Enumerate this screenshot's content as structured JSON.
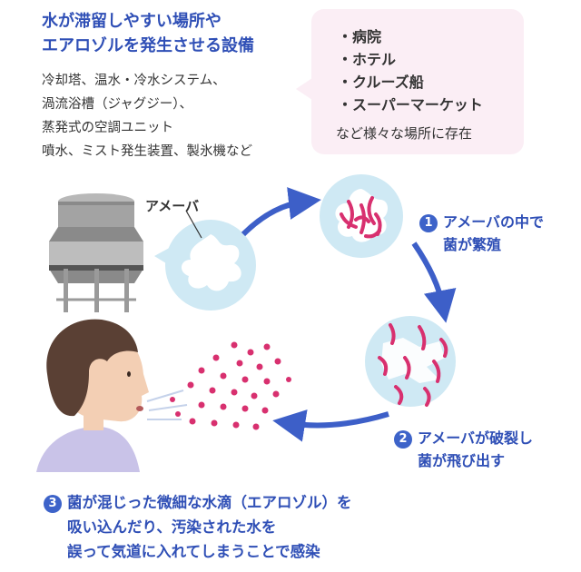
{
  "header": {
    "title_line1": "水が滞留しやすい場所や",
    "title_line2": "エアロゾルを発生させる設備"
  },
  "equipment": {
    "lines": [
      "冷却塔、温水・冷水システム、",
      "渦流浴槽（ジャグジー）、",
      "蒸発式の空調ユニット",
      "噴水、ミスト発生装置、製氷機など"
    ]
  },
  "places": {
    "items": [
      "・病院",
      "・ホテル",
      "・クルーズ船",
      "・スーパーマーケット"
    ],
    "footer": "など様々な場所に存在"
  },
  "amoeba_label": "アメーバ",
  "steps": [
    {
      "number": "1",
      "line1": "アメーバの中で",
      "line2": "菌が繁殖"
    },
    {
      "number": "2",
      "line1": "アメーバが破裂し",
      "line2": "菌が飛び出す"
    },
    {
      "number": "3",
      "line1": "菌が混じった微細な水滴（エアロゾル）を",
      "line2": "吸い込んだり、汚染された水を",
      "line3": "誤って気道に入れてしまうことで感染"
    }
  ],
  "colors": {
    "title_blue": "#2f4fb6",
    "arrow_blue": "#3d5fc8",
    "bubble_pink": "#fbeef5",
    "bacteria_magenta": "#d8306f",
    "cell_blue": "#cfe9f4"
  }
}
